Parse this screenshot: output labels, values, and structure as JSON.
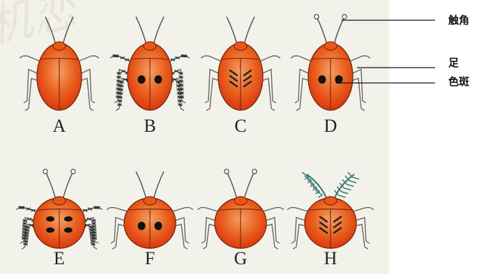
{
  "watermark": "机恋",
  "beetles": [
    {
      "label": "A",
      "antenna": "plain",
      "legs": "plain",
      "body": "tall",
      "pattern": "none"
    },
    {
      "label": "B",
      "antenna": "plain",
      "legs": "hairy",
      "body": "tall",
      "pattern": "two-dots"
    },
    {
      "label": "C",
      "antenna": "plain",
      "legs": "plain",
      "body": "tall",
      "pattern": "stripes"
    },
    {
      "label": "D",
      "antenna": "club",
      "legs": "plain",
      "body": "tall",
      "pattern": "two-dots"
    },
    {
      "label": "E",
      "antenna": "club",
      "legs": "hairy",
      "body": "round",
      "pattern": "four-dots"
    },
    {
      "label": "F",
      "antenna": "plain",
      "legs": "plain",
      "body": "round",
      "pattern": "two-dots"
    },
    {
      "label": "G",
      "antenna": "club",
      "legs": "plain",
      "body": "round",
      "pattern": "none"
    },
    {
      "label": "H",
      "antenna": "feather",
      "legs": "plain",
      "body": "round",
      "pattern": "stripes"
    }
  ],
  "callouts": {
    "antenna": "触角",
    "leg": "足",
    "spot": "色斑"
  },
  "colors": {
    "body_center": "#f4a064",
    "body_edge": "#d8320c",
    "outline": "#7a2a10",
    "antenna": "#555555",
    "feather": "#3f7d77",
    "panel": "#f3f2ea"
  }
}
